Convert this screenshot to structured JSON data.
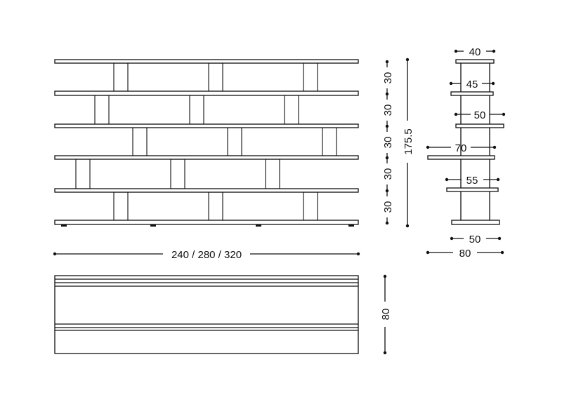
{
  "drawing": {
    "front_view": {
      "width_label": "240 / 280 / 320"
    },
    "shelf_spacing": {
      "labels": [
        "30",
        "30",
        "30",
        "30",
        "30"
      ]
    },
    "total_height": {
      "label": "175.5"
    },
    "side_view": {
      "shelf_depth_labels": [
        "40",
        "45",
        "50",
        "70",
        "55"
      ],
      "base_inner_label": "50",
      "base_outer_label": "80"
    },
    "top_view": {
      "depth_label": "80"
    }
  }
}
